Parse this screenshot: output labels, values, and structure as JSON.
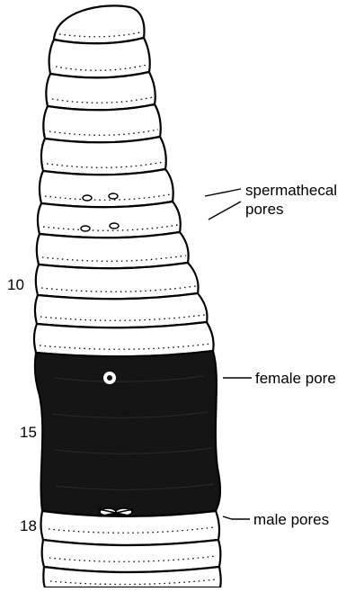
{
  "labels": {
    "spermathecal_line1": "spermathecal",
    "spermathecal_line2": "pores",
    "female_pore": "female pore",
    "male_pores": "male pores"
  },
  "segment_numbers": {
    "n10": "10",
    "n15": "15",
    "n18": "18"
  },
  "colors": {
    "ink": "#000000",
    "clitellum": "#141414",
    "background": "#ffffff"
  }
}
